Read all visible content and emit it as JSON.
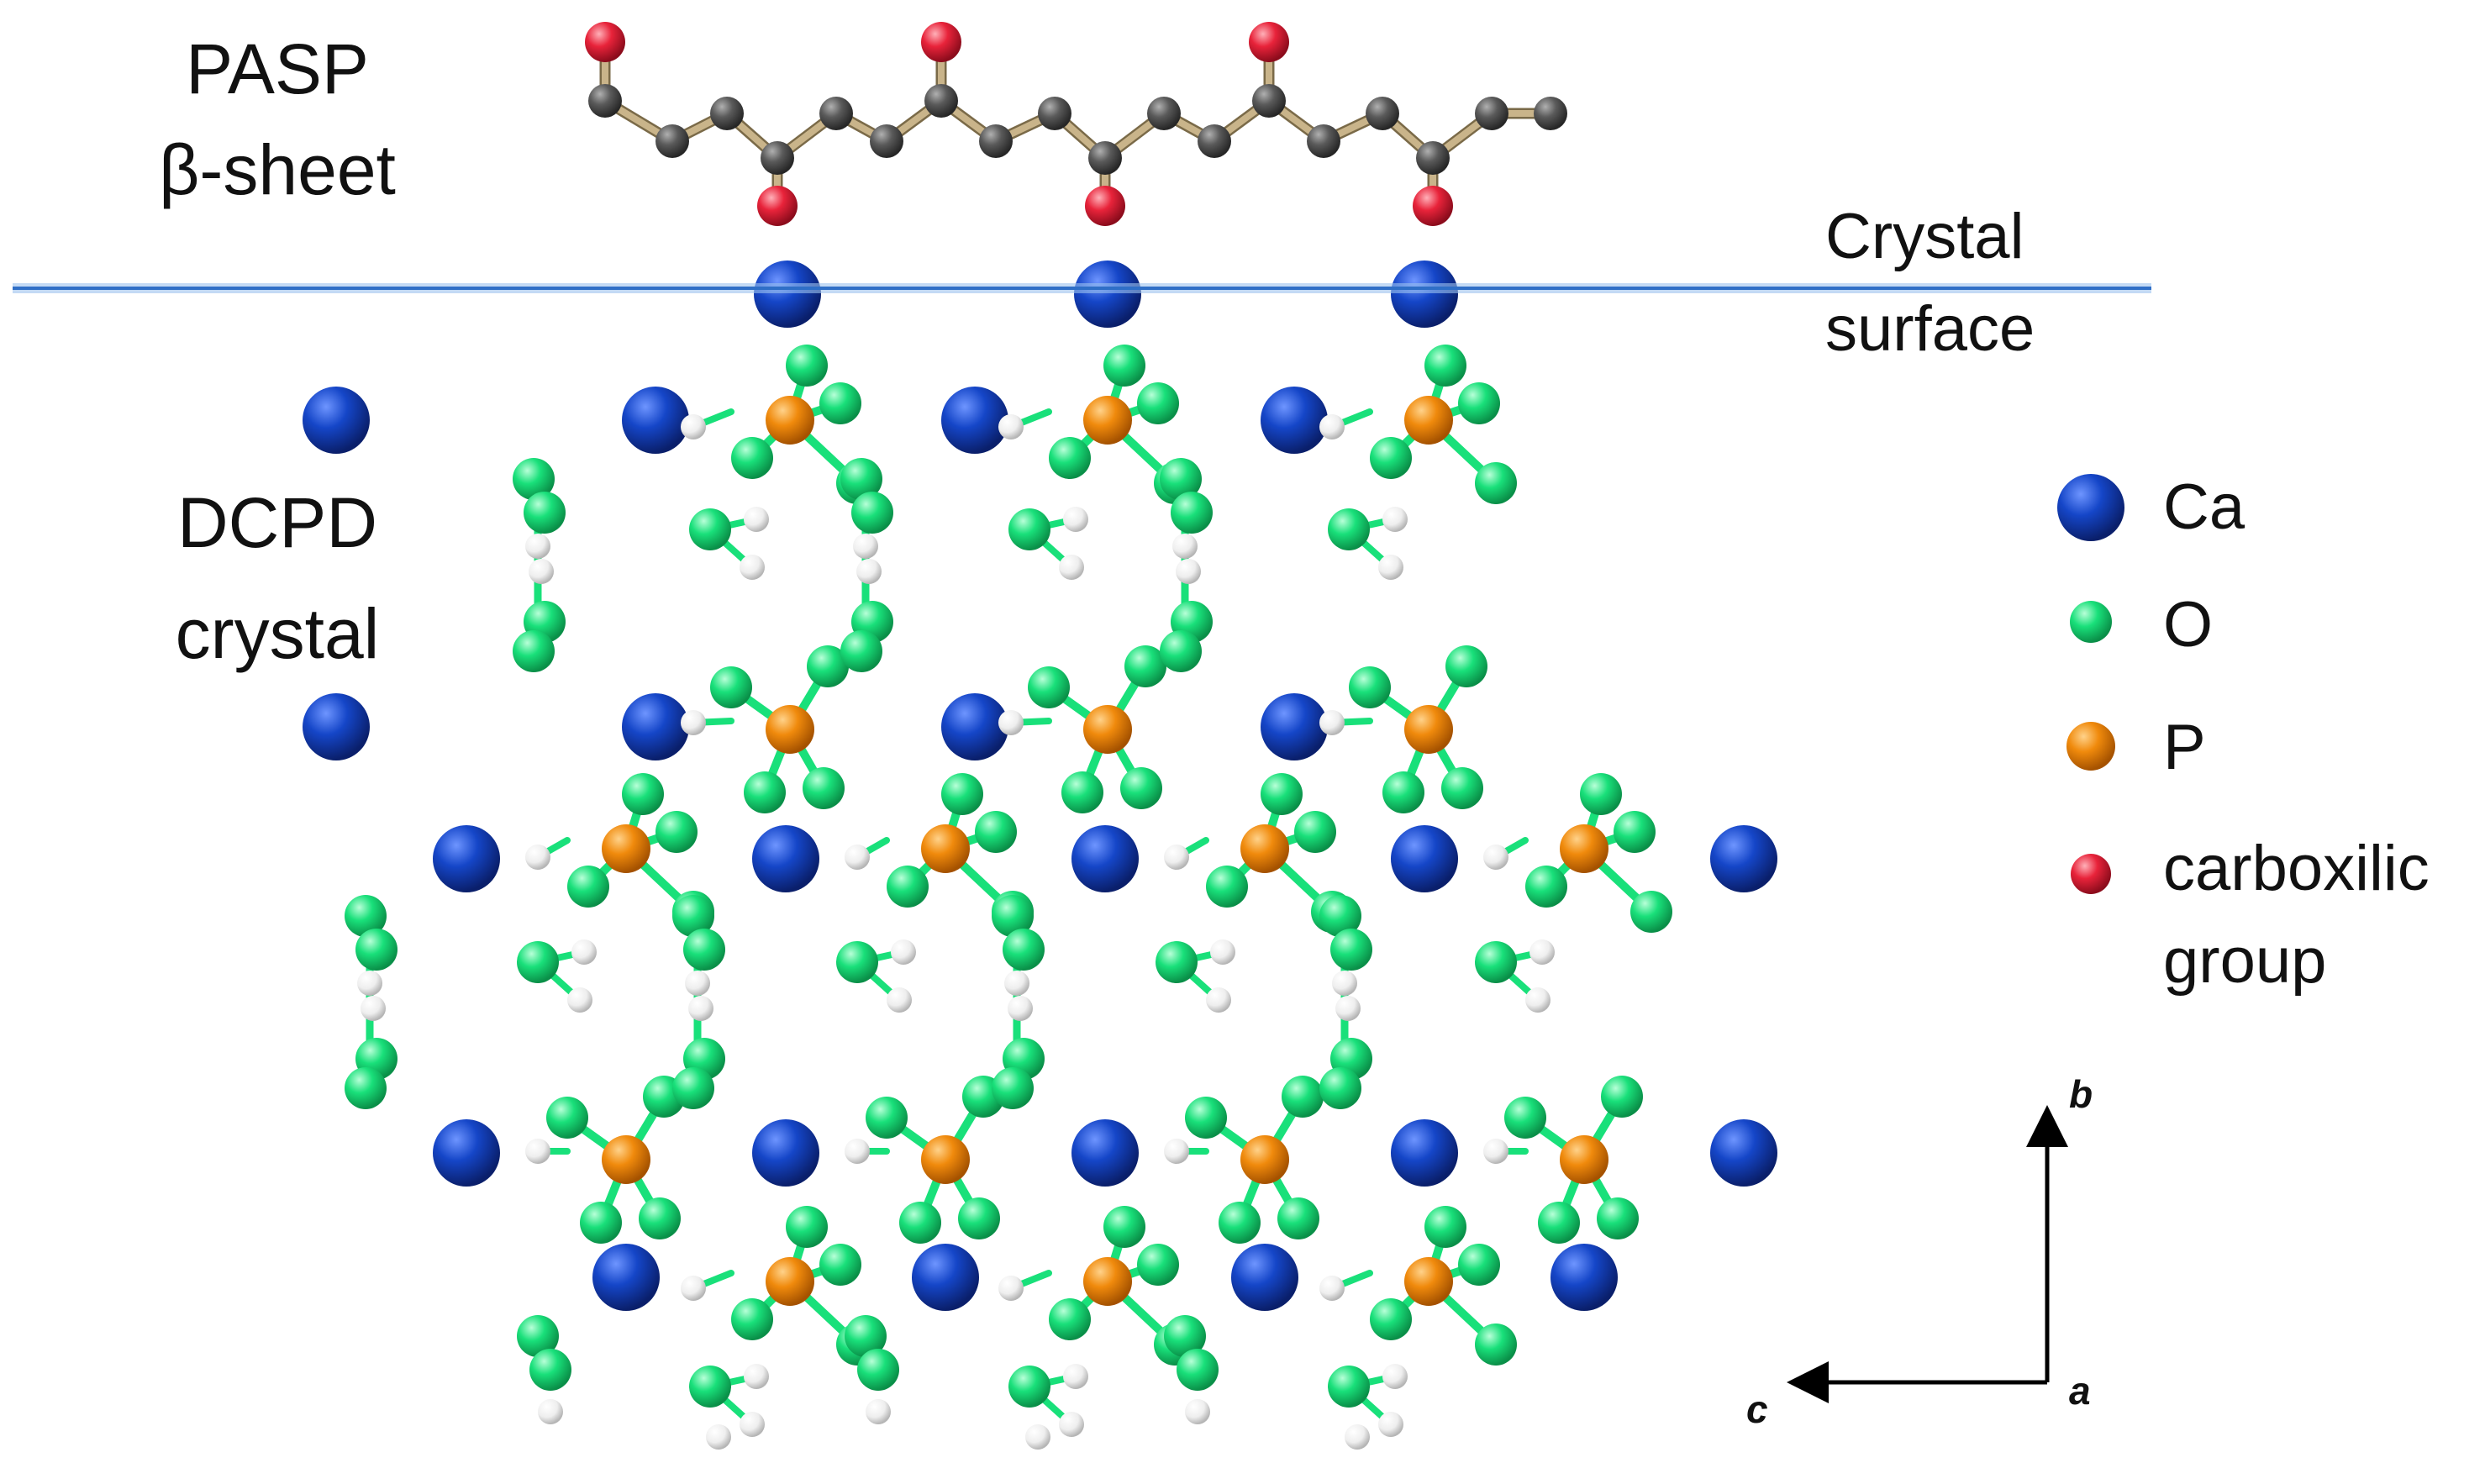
{
  "labels": {
    "pasp_line1": "PASP",
    "pasp_line2": "β-sheet",
    "crystal_surface_line1": "Crystal",
    "crystal_surface_line2": "surface",
    "dcpd_line1": "DCPD",
    "dcpd_line2": "crystal"
  },
  "legend": [
    {
      "key": "ca",
      "label": "Ca",
      "color": "#1546c8"
    },
    {
      "key": "o",
      "label": "O",
      "color": "#19e07a"
    },
    {
      "key": "p",
      "label": "P",
      "color": "#f08a0c"
    },
    {
      "key": "carboxylic",
      "label": "carboxilic",
      "label2": "group",
      "color": "#e8233a"
    }
  ],
  "axes": {
    "b": "b",
    "c": "c",
    "a": "a"
  },
  "colors": {
    "calcium": "#1546c8",
    "oxygen": "#19e07a",
    "phosphorus": "#f08a0c",
    "hydrogen": "#f2f2f2",
    "carbon": "#5a5a5a",
    "carboxylic_oxygen": "#e8233a",
    "surface_line": "#3a7bd5",
    "backbone_bond": "#c9b48a"
  }
}
